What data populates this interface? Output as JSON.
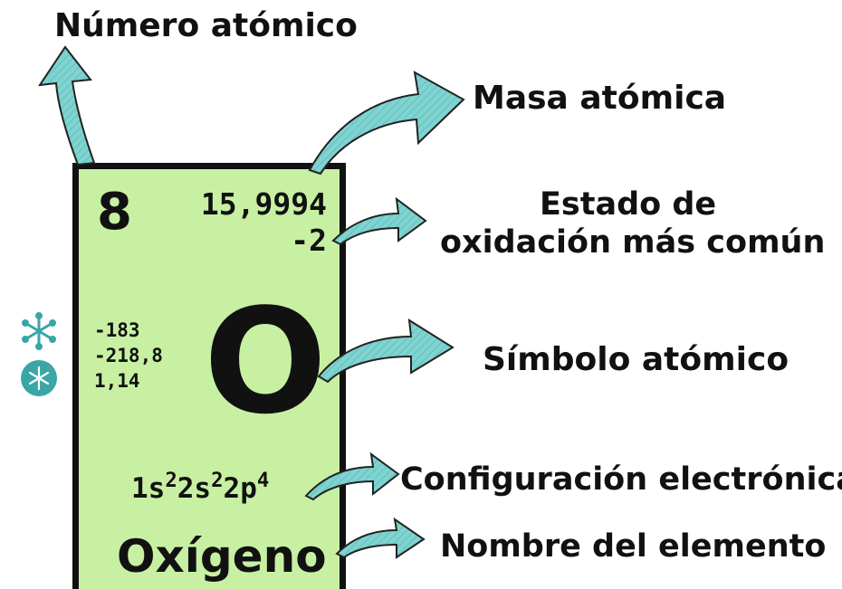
{
  "labels": {
    "atomic_number": "Número atómico",
    "atomic_mass": "Masa atómica",
    "oxidation_state_line1": "Estado de",
    "oxidation_state_line2": "oxidación más común",
    "atomic_symbol": "Símbolo atómico",
    "electron_configuration": "Configuración electrónica",
    "element_name": "Nombre del elemento"
  },
  "element": {
    "atomic_number": "8",
    "atomic_mass": "15,9994",
    "oxidation_state": "-2",
    "boiling_point": "-183",
    "melting_point": "-218,8",
    "density": "1,14",
    "symbol": "O",
    "config": {
      "s1": "1s",
      "e1": "2",
      "s2": "2s",
      "e2": "2",
      "s3": "2p",
      "e3": "4"
    },
    "name": "Oxígeno"
  },
  "icons": {
    "boiling": "snowflake-icon",
    "melting": "snowflake-badge-icon"
  },
  "colors": {
    "card": "#c8f0a2",
    "arrow": "#7fd3d0",
    "icon": "#3aa6a6",
    "text": "#111111"
  }
}
